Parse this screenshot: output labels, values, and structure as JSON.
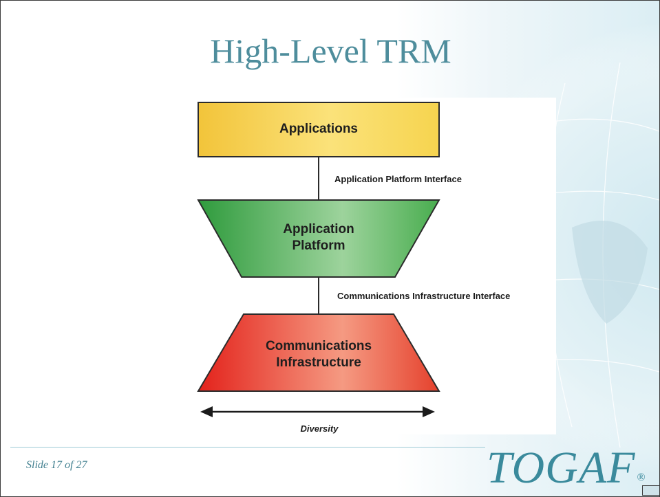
{
  "slide": {
    "title": "High-Level TRM",
    "footer": {
      "slide_number": "Slide 17  of 27",
      "logo": "TOGAF",
      "logo_mark": "®"
    }
  },
  "diagram": {
    "layers": [
      {
        "label": "Applications",
        "shape": "rectangle",
        "color": "#f5cf34"
      },
      {
        "label": "Application\nPlatform",
        "shape": "inverted-trapezoid",
        "color": "#4aa84a"
      },
      {
        "label": "Communications\nInfrastructure",
        "shape": "trapezoid",
        "color": "#e53a2a"
      }
    ],
    "interfaces": [
      {
        "label": "Application Platform Interface"
      },
      {
        "label": "Communications Infrastructure Interface"
      }
    ],
    "axis": {
      "label": "Diversity",
      "arrow": "double-headed"
    }
  },
  "colors": {
    "title": "#4e8d9c",
    "outline": "#2b2b2b"
  }
}
